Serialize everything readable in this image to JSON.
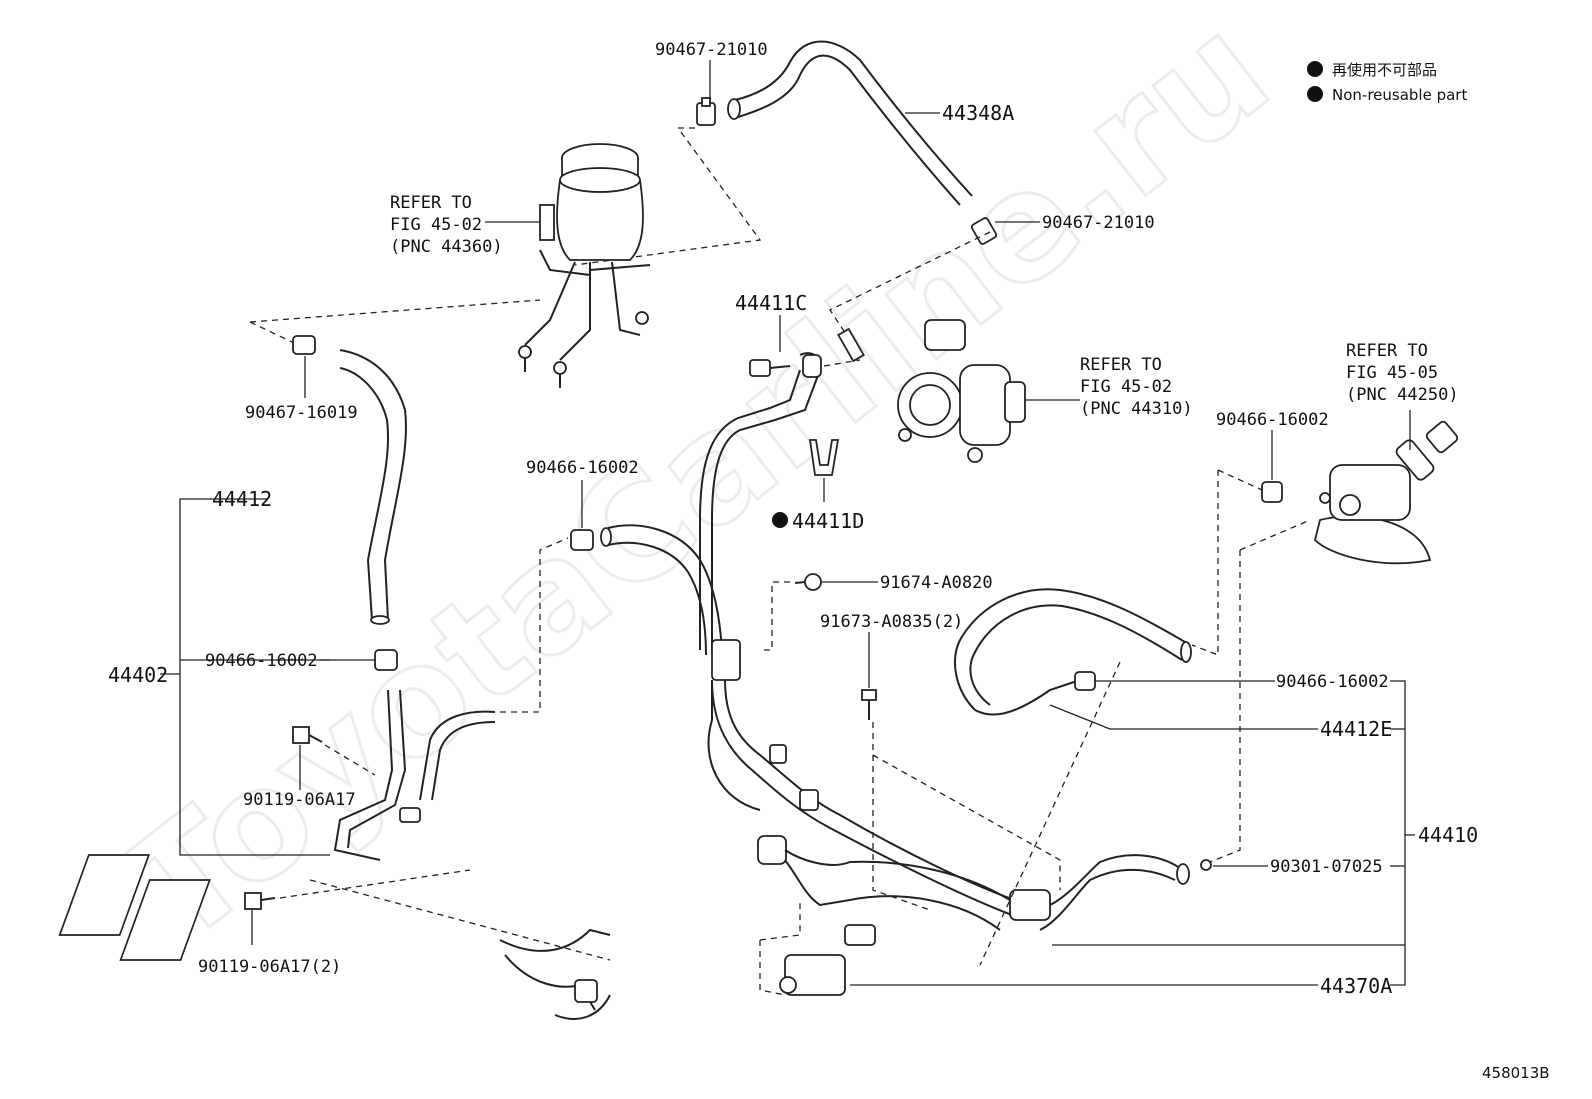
{
  "watermark": "ToyotaCarline.ru",
  "legend": {
    "lines": [
      "再使用不可部品",
      "Non-reusable part"
    ]
  },
  "labels": {
    "p90467_21010_top": "90467-21010",
    "p44348A": "44348A",
    "p90467_21010_mid": "90467-21010",
    "refer_4502_a_1": "REFER TO",
    "refer_4502_a_2": "FIG 45-02",
    "refer_4502_a_3": "(PNC 44360)",
    "p44411C": "44411C",
    "refer_4502_b_1": "REFER TO",
    "refer_4502_b_2": "FIG 45-02",
    "refer_4502_b_3": "(PNC 44310)",
    "refer_4505_1": "REFER TO",
    "refer_4505_2": "FIG 45-05",
    "refer_4505_3": "(PNC 44250)",
    "p90467_16019": "90467-16019",
    "p90466_16002_right": "90466-16002",
    "p44412": "44412",
    "p90466_16002_center": "90466-16002",
    "p44411D": "44411D",
    "p91674_A0820": "91674-A0820",
    "p91673_A0835": "91673-A0835(2)",
    "p44402": "44402",
    "p90466_16002_left": "90466-16002",
    "p90466_16002_r2": "90466-16002",
    "p44412E": "44412E",
    "p44410": "44410",
    "p90119_06A17": "90119-06A17",
    "p90301_07025": "90301-07025",
    "p90119_06A17_2": "90119-06A17(2)",
    "p44370A": "44370A",
    "figure_id": "458013B"
  }
}
